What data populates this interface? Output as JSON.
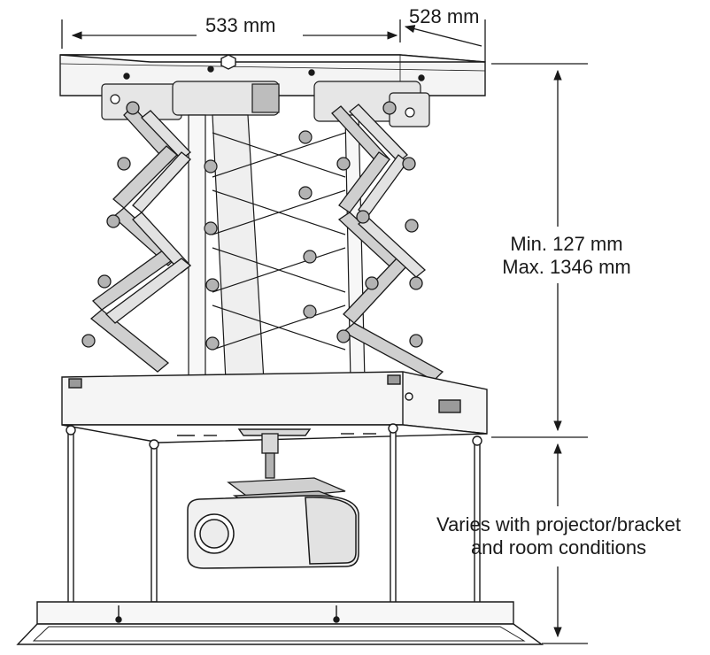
{
  "dimensions": {
    "width": "533 mm",
    "depth": "528 mm",
    "travel_min": "Min. 127 mm",
    "travel_max": "Max. 1346 mm",
    "drop_line1": "Varies with projector/bracket",
    "drop_line2": "and room conditions"
  },
  "colors": {
    "stroke": "#1a1a1a",
    "fill_light": "#f4f4f4",
    "fill_mid": "#d9d9d9",
    "fill_dark": "#9a9a9a"
  }
}
